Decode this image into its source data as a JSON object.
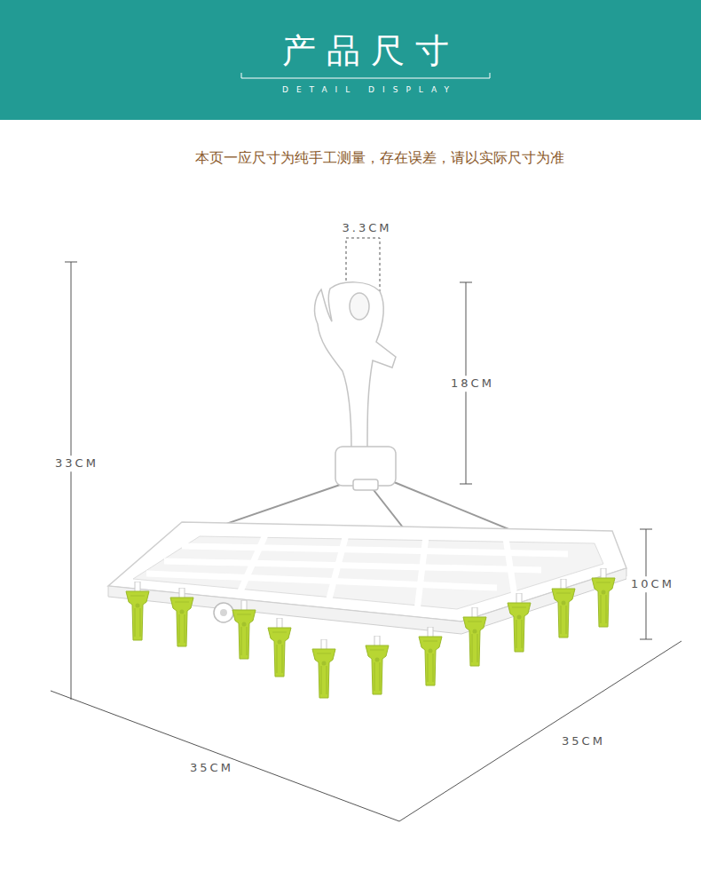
{
  "diagram": {
    "title": "产品尺寸",
    "labels": [
      "DETAIL DISPLAY",
      "本页一应尺寸为纯手工测量，存在误差，请以实际尺寸为准",
      "3.3CM",
      "18CM",
      "33CM",
      "10CM",
      "35CM",
      "35CM"
    ]
  }
}
